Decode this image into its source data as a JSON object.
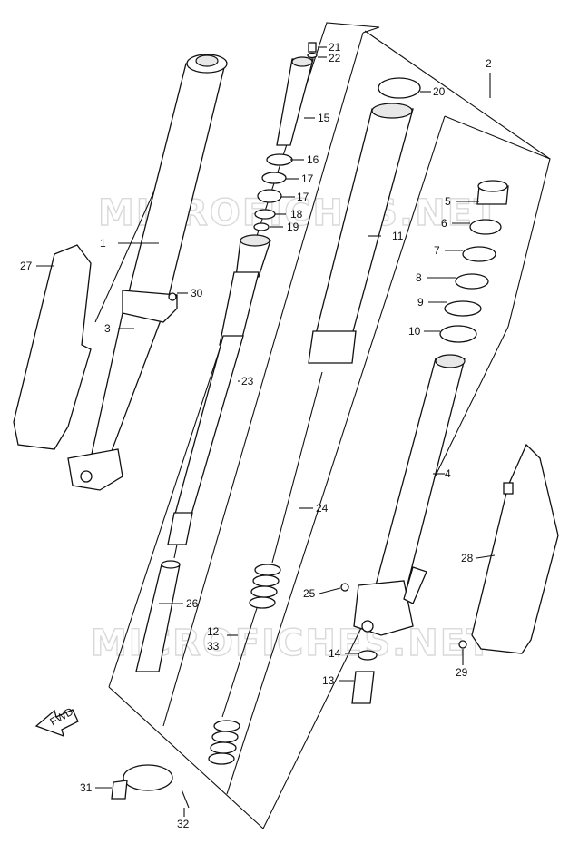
{
  "watermark": "MICROFICHES.NET",
  "fwd_label": "FWD",
  "labels": [
    "1",
    "2",
    "3",
    "4",
    "5",
    "6",
    "7",
    "8",
    "9",
    "10",
    "11",
    "12",
    "33",
    "13",
    "14",
    "15",
    "16",
    "17",
    "18",
    "19",
    "20",
    "21",
    "22",
    "23",
    "24",
    "25",
    "26",
    "27",
    "28",
    "29",
    "30",
    "31",
    "32"
  ]
}
